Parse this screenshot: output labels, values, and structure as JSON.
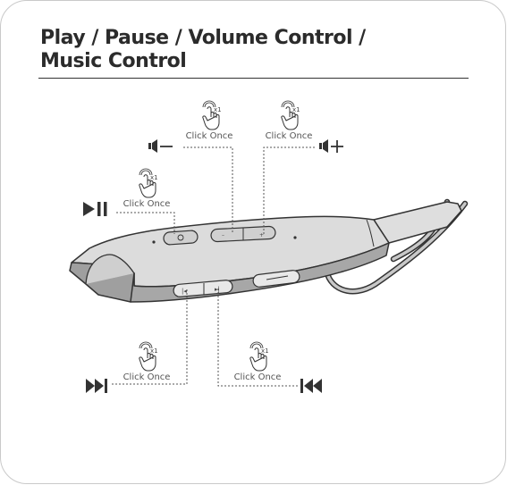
{
  "title": {
    "line1": "Play / Pause / Volume Control /",
    "line2": "Music Control"
  },
  "callouts": {
    "volume_down": {
      "action": "Click Once",
      "count": "x1",
      "icon": "volume-down-icon"
    },
    "volume_up": {
      "action": "Click Once",
      "count": "x1",
      "icon": "volume-up-icon"
    },
    "play_pause": {
      "action": "Click Once",
      "count": "x1",
      "icon": "play-pause-icon"
    },
    "next_track": {
      "action": "Click Once",
      "count": "x1",
      "icon": "next-track-icon"
    },
    "previous_track": {
      "action": "Click Once",
      "count": "x1",
      "icon": "previous-track-icon"
    }
  },
  "colors": {
    "ink": "#2b2b2b",
    "device_body": "#dcdcdc",
    "device_bottom": "#aaaaaa",
    "device_stripe": "#cfcfcf"
  }
}
